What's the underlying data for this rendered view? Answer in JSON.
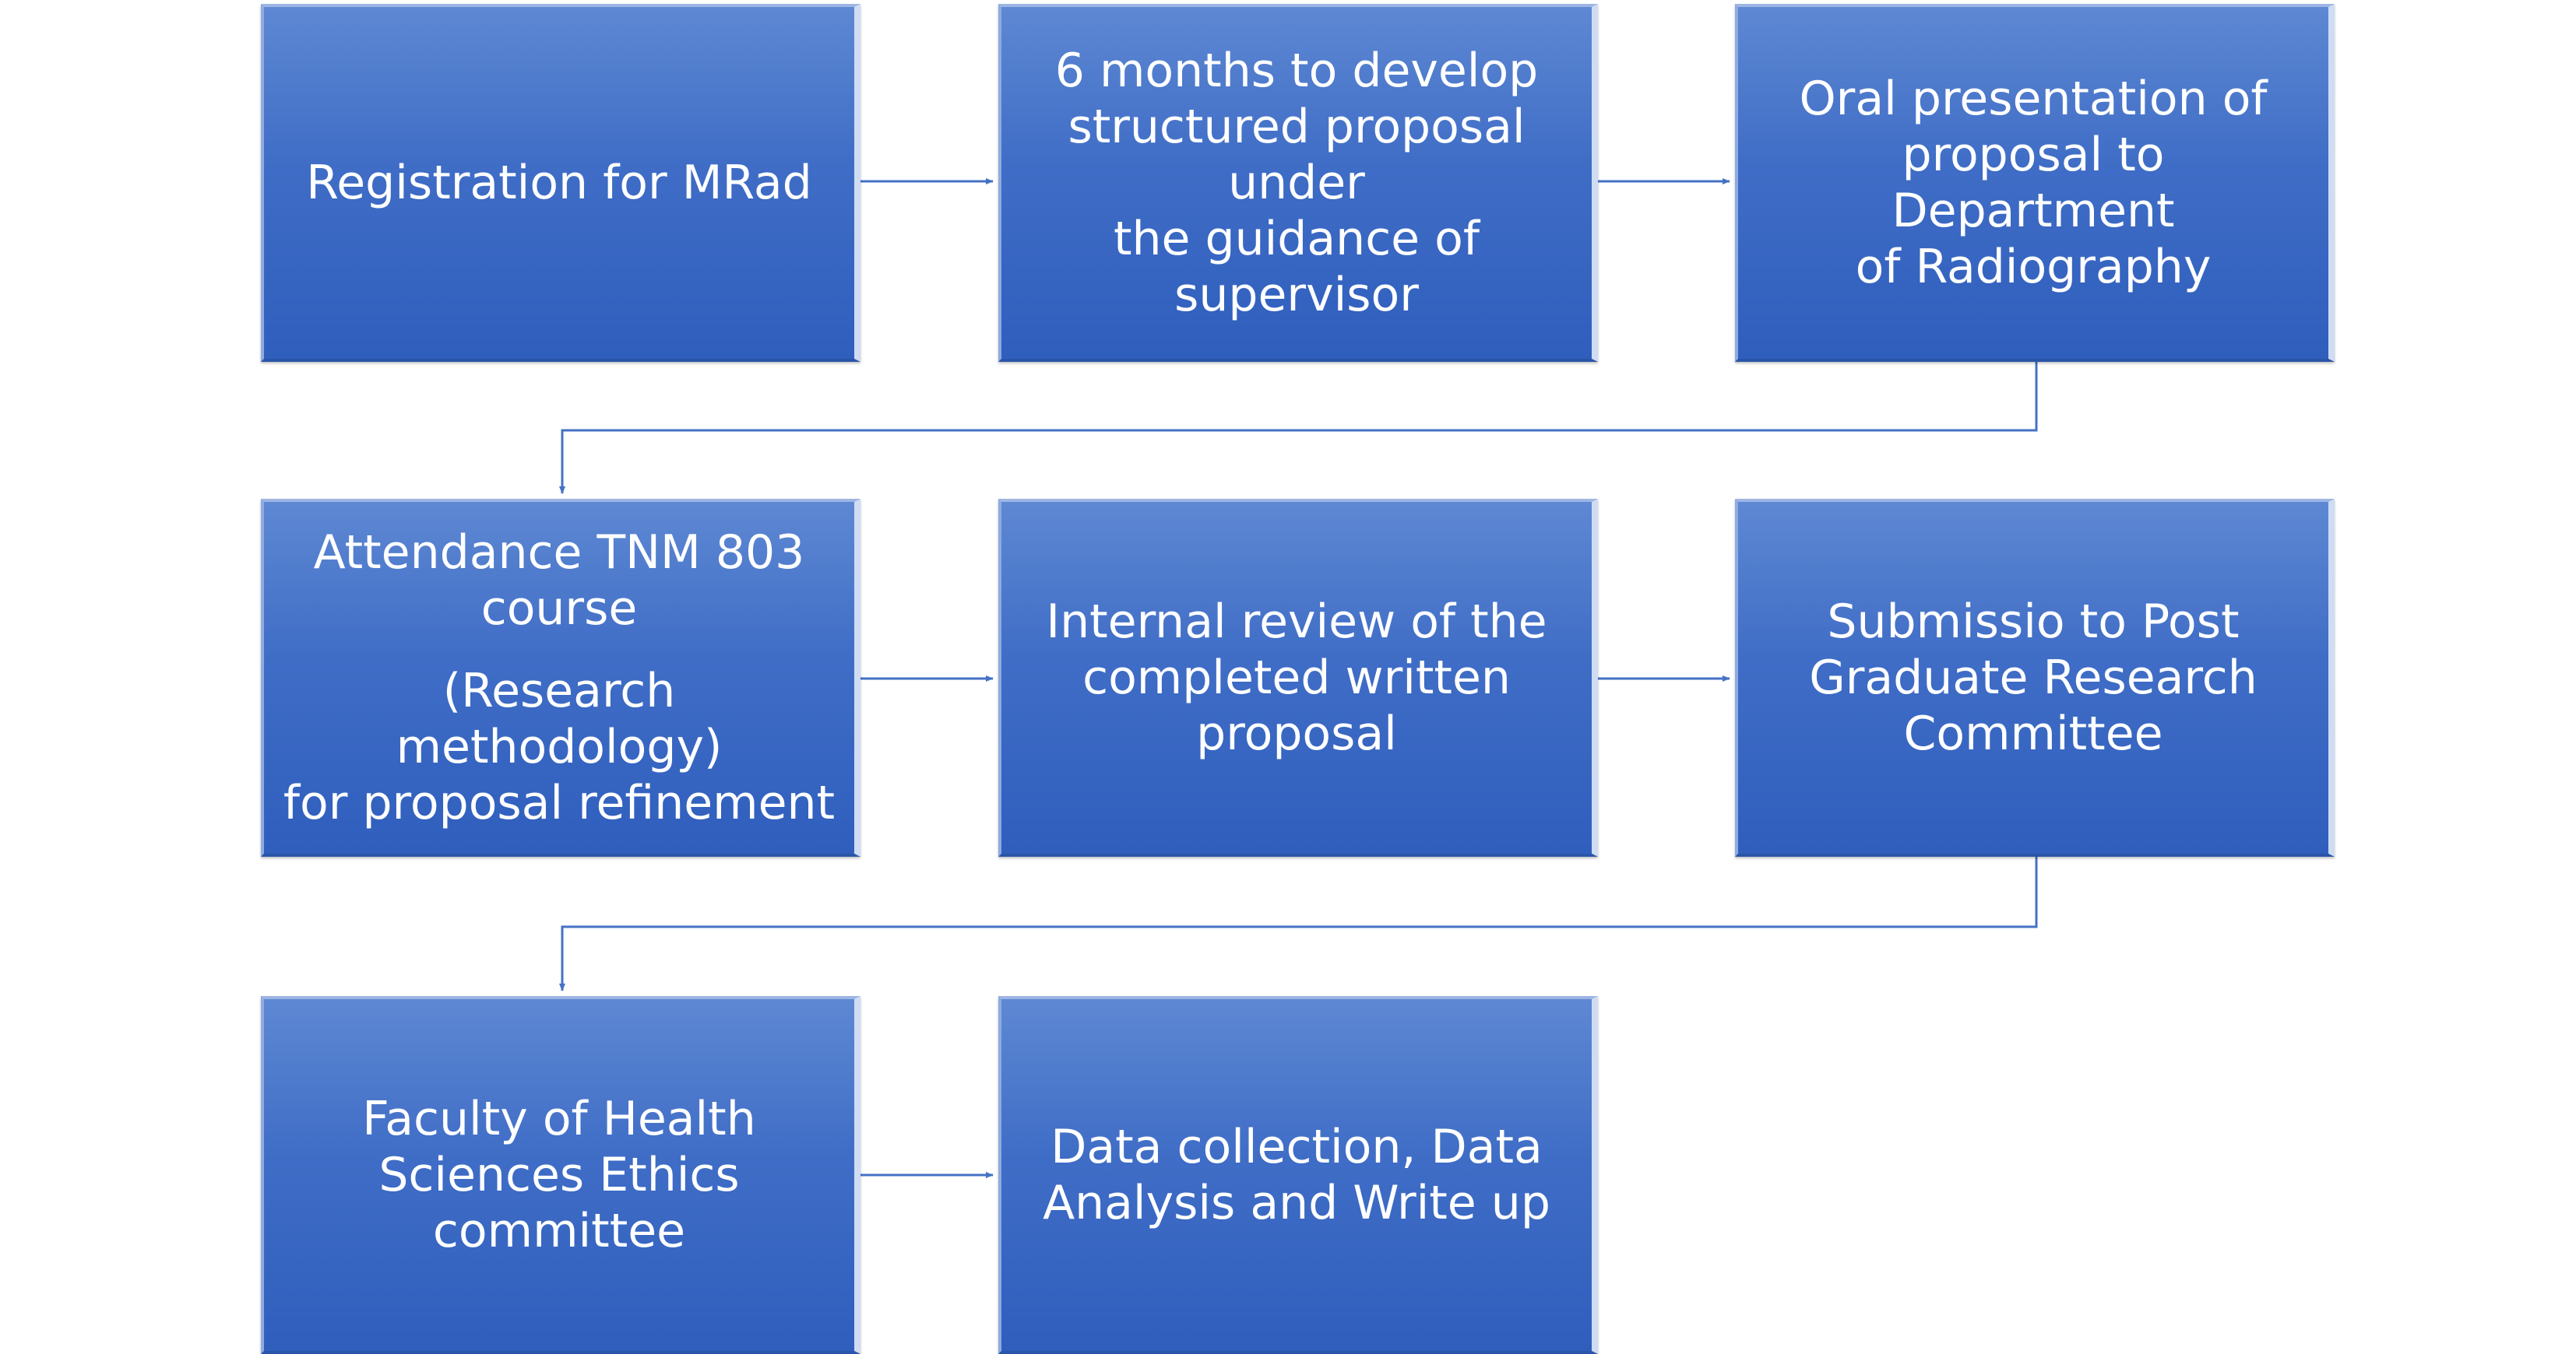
{
  "diagram": {
    "steps": [
      {
        "id": "registration",
        "lines": [
          "Registration for MRad"
        ]
      },
      {
        "id": "develop-proposal",
        "lines": [
          "6 months to develop",
          "structured proposal under",
          "the guidance of",
          "supervisor"
        ]
      },
      {
        "id": "oral-presentation",
        "lines": [
          "Oral presentation of",
          "proposal to Department",
          "of Radiography"
        ]
      },
      {
        "id": "tnm-course",
        "lines": [
          "Attendance TNM 803",
          "course",
          "(Research methodology)",
          "for proposal refinement"
        ]
      },
      {
        "id": "internal-review",
        "lines": [
          "Internal review of the",
          "completed written",
          "proposal"
        ]
      },
      {
        "id": "pgrc-submission",
        "lines": [
          "Submissio to Post",
          "Graduate Research",
          "Committee"
        ]
      },
      {
        "id": "ethics-committee",
        "lines": [
          "Faculty of Health",
          "Sciences Ethics",
          "committee"
        ]
      },
      {
        "id": "data-collection",
        "lines": [
          "Data collection, Data",
          "Analysis and Write up"
        ]
      }
    ],
    "colors": {
      "box_fill_top": "#5e88d3",
      "box_fill_bottom": "#2f5ebd",
      "box_text": "#ffffff",
      "connector": "#4472c4"
    }
  }
}
